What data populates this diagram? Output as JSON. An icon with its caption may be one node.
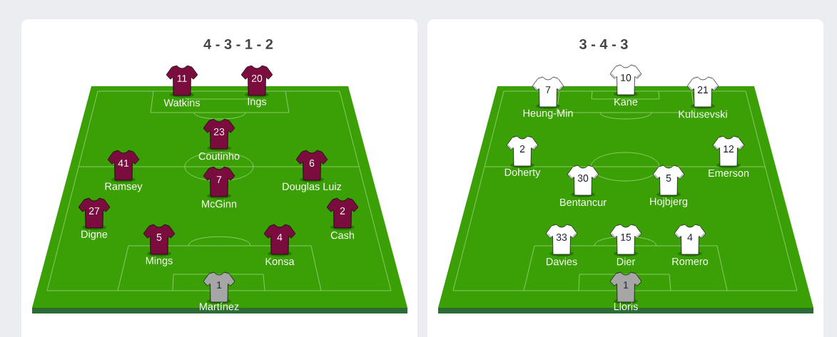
{
  "diagram": {
    "nodes": [
      {
        "text": [
          "4 - 3 - 1 - 2"
        ]
      },
      {
        "text": [
          "11"
        ],
        "beside": [
          "Watkins"
        ],
        "in": 0
      },
      {
        "text": [
          "20"
        ],
        "beside": [
          "Ings"
        ],
        "in": 0
      },
      {
        "text": [
          "23"
        ],
        "beside": [
          "Coutinho"
        ],
        "in": 0
      },
      {
        "text": [
          "41"
        ],
        "beside": [
          "Ramsey"
        ],
        "in": 0
      },
      {
        "text": [
          "6"
        ],
        "beside": [
          "Douglas Luiz"
        ],
        "in": 0
      },
      {
        "text": [
          "7"
        ],
        "beside": [
          "McGinn"
        ],
        "in": 0
      },
      {
        "text": [
          "27"
        ],
        "beside": [
          "Digne"
        ],
        "in": 0
      },
      {
        "text": [
          "2"
        ],
        "beside": [
          "Cash"
        ],
        "in": 0
      },
      {
        "text": [
          "5"
        ],
        "beside": [
          "Mings"
        ],
        "in": 0
      },
      {
        "text": [
          "4"
        ],
        "beside": [
          "Konsa"
        ],
        "in": 0
      },
      {
        "text": [
          "1"
        ],
        "beside": [
          "Martínez"
        ],
        "in": 0
      },
      {
        "text": [
          "3 - 4 - 3"
        ]
      },
      {
        "text": [
          "7"
        ],
        "beside": [
          "Heung-Min"
        ],
        "in": 12
      },
      {
        "text": [
          "10"
        ],
        "beside": [
          "Kane"
        ],
        "in": 12
      },
      {
        "text": [
          "21"
        ],
        "beside": [
          "Kulusevski"
        ],
        "in": 12
      },
      {
        "text": [
          "2"
        ],
        "beside": [
          "Doherty"
        ],
        "in": 12
      },
      {
        "text": [
          "12"
        ],
        "beside": [
          "Emerson"
        ],
        "in": 12
      },
      {
        "text": [
          "30"
        ],
        "beside": [
          "Bentancur"
        ],
        "in": 12
      },
      {
        "text": [
          "5"
        ],
        "beside": [
          "Hojbjerg"
        ],
        "in": 12
      },
      {
        "text": [
          "33"
        ],
        "beside": [
          "Davies"
        ],
        "in": 12
      },
      {
        "text": [
          "15"
        ],
        "beside": [
          "Dier"
        ],
        "in": 12
      },
      {
        "text": [
          "4"
        ],
        "beside": [
          "Romero"
        ],
        "in": 12
      },
      {
        "text": [
          "1"
        ],
        "beside": [
          "Lloris"
        ],
        "in": 12
      }
    ]
  }
}
